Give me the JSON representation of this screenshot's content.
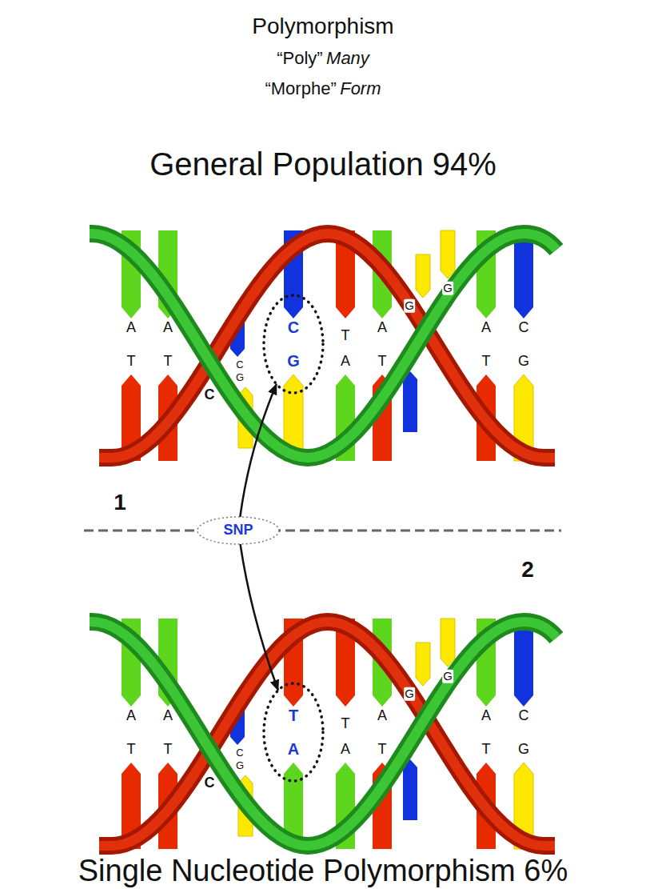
{
  "diagram": {
    "title": "Polymorphism",
    "nodes": [
      {
        "text": [
          "C",
          "G"
        ]
      },
      {
        "text": [
          "SNP"
        ]
      },
      {
        "text": [
          "T",
          "A"
        ]
      }
    ],
    "edges": [
      {
        "from": 1,
        "to": 0,
        "arrow": "to"
      },
      {
        "from": 1,
        "to": 2,
        "arrow": "to"
      }
    ],
    "labels": [
      "“Poly”",
      "Many",
      "“Morphe”",
      "Form",
      "General Population 94%",
      "A",
      "T",
      "A",
      "T",
      "C",
      "G",
      "C",
      "T",
      "A",
      "A",
      "T",
      "G",
      "G",
      "A",
      "T",
      "C",
      "G",
      "1",
      "2",
      "A",
      "T",
      "A",
      "T",
      "C",
      "G",
      "C",
      "T",
      "A",
      "A",
      "T",
      "G",
      "G",
      "A",
      "T",
      "C",
      "G",
      "Single Nucleotide Polymorphism 6%"
    ]
  }
}
